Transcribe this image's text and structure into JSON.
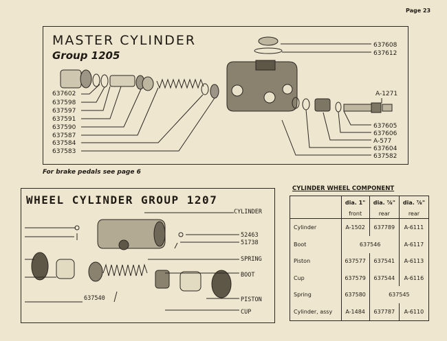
{
  "page_number": "Page 23",
  "master_cylinder": {
    "title": "MASTER CYLINDER",
    "group": "Group 1205",
    "left_parts": [
      "637602",
      "637598",
      "637597",
      "637591",
      "637590",
      "637587",
      "637584",
      "637583"
    ],
    "right_parts_top": [
      "637608",
      "637612"
    ],
    "assembly": "A-1271",
    "right_parts_bottom": [
      "637605",
      "637606",
      "A-577",
      "637604",
      "637582"
    ]
  },
  "note": "For brake pedals see page 6",
  "wheel_cylinder": {
    "title": "WHEEL CYLINDER GROUP 1207",
    "labels": {
      "cylinder": "CYLINDER",
      "p1": "52463",
      "p2": "51738",
      "spring": "SPRING",
      "boot": "BOOT",
      "bleeder": "637540",
      "piston": "PISTON",
      "cup": "CUP"
    }
  },
  "component_table": {
    "caption": "CYLINDER WHEEL  COMPONENT",
    "headers": [
      "",
      "dia. 1\"",
      "dia. ⅞\"",
      "dia. ⅞\""
    ],
    "subheaders": [
      "",
      "front",
      "rear",
      "rear"
    ],
    "rows": [
      {
        "name": "Cylinder",
        "c1": "A-1502",
        "c2": "637789",
        "c3": "A-6111"
      },
      {
        "name": "Boot",
        "c12": "637546",
        "c3": "A-6117"
      },
      {
        "name": "Piston",
        "c1": "637577",
        "c2": "637541",
        "c3": "A-6113"
      },
      {
        "name": "Cup",
        "c1": "637579",
        "c2": "637544",
        "c3": "A-6116"
      },
      {
        "name": "Spring",
        "c1": "637580",
        "c23": "637545"
      },
      {
        "name": "Cylinder, assy",
        "c1": "A-1484",
        "c2": "637787",
        "c3": "A-6110"
      }
    ]
  }
}
